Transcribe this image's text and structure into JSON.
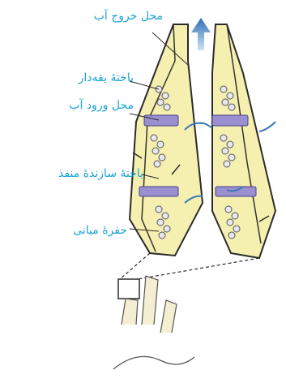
{
  "colors": {
    "label": "#1aa3d8",
    "wall": "#f5efb0",
    "arrow": "#3a78b8",
    "band": "#9a8fd0",
    "outline": "#2b2b2b"
  },
  "labels": {
    "water_exit": "محل خروج آب",
    "collar_cell": "یاختهٔ یقه‌دار",
    "water_entry": "محل ورود آب",
    "pore_cell": "یاختهٔ سازندهٔ منفذ",
    "central_cavity": "حفرهٔ میانی"
  },
  "icons": [
    "up-arrow-icon"
  ]
}
